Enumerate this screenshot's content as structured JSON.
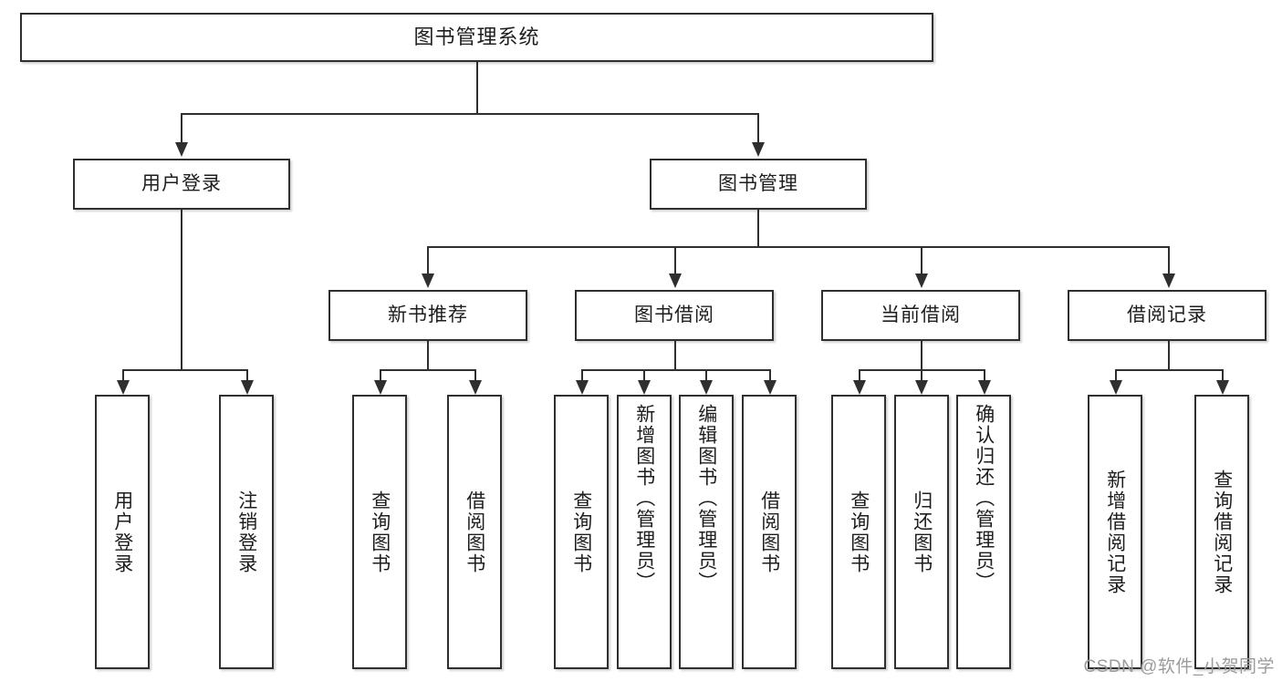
{
  "diagram": {
    "title": "图书管理系统",
    "type": "tree",
    "root": {
      "id": "root",
      "label": "图书管理系统",
      "level": 0
    },
    "level1": [
      {
        "id": "user-login",
        "label": "用户登录"
      },
      {
        "id": "book-manage",
        "label": "图书管理"
      }
    ],
    "level2": [
      {
        "id": "new-book-recommend",
        "label": "新书推荐",
        "parent": "book-manage"
      },
      {
        "id": "book-borrow",
        "label": "图书借阅",
        "parent": "book-manage"
      },
      {
        "id": "current-borrow",
        "label": "当前借阅",
        "parent": "book-manage"
      },
      {
        "id": "borrow-record",
        "label": "借阅记录",
        "parent": "book-manage"
      }
    ],
    "leaves": [
      {
        "id": "leaf-user-login",
        "label": "用户登录",
        "parent": "user-login"
      },
      {
        "id": "leaf-user-logout",
        "label": "注销登录",
        "parent": "user-login"
      },
      {
        "id": "leaf-query-book-1",
        "label": "查询图书",
        "parent": "new-book-recommend"
      },
      {
        "id": "leaf-borrow-book-1",
        "label": "借阅图书",
        "parent": "new-book-recommend"
      },
      {
        "id": "leaf-query-book-2",
        "label": "查询图书",
        "parent": "book-borrow"
      },
      {
        "id": "leaf-add-book",
        "label": "新增图书（管理员）",
        "parent": "book-borrow"
      },
      {
        "id": "leaf-edit-book",
        "label": "编辑图书（管理员）",
        "parent": "book-borrow"
      },
      {
        "id": "leaf-borrow-book-2",
        "label": "借阅图书",
        "parent": "book-borrow"
      },
      {
        "id": "leaf-query-book-3",
        "label": "查询图书",
        "parent": "current-borrow"
      },
      {
        "id": "leaf-return-book",
        "label": "归还图书",
        "parent": "current-borrow"
      },
      {
        "id": "leaf-confirm-return",
        "label": "确认归还（管理员）",
        "parent": "current-borrow"
      },
      {
        "id": "leaf-add-record",
        "label": "新增借阅记录",
        "parent": "borrow-record"
      },
      {
        "id": "leaf-query-record",
        "label": "查询借阅记录",
        "parent": "borrow-record"
      }
    ]
  },
  "watermark": {
    "text": "CSDN @软件_小贺同学"
  },
  "colors": {
    "stroke": "#2f2f2f",
    "background": "#ffffff",
    "text": "#1d1d1d",
    "watermark": "#9b9b9b"
  }
}
